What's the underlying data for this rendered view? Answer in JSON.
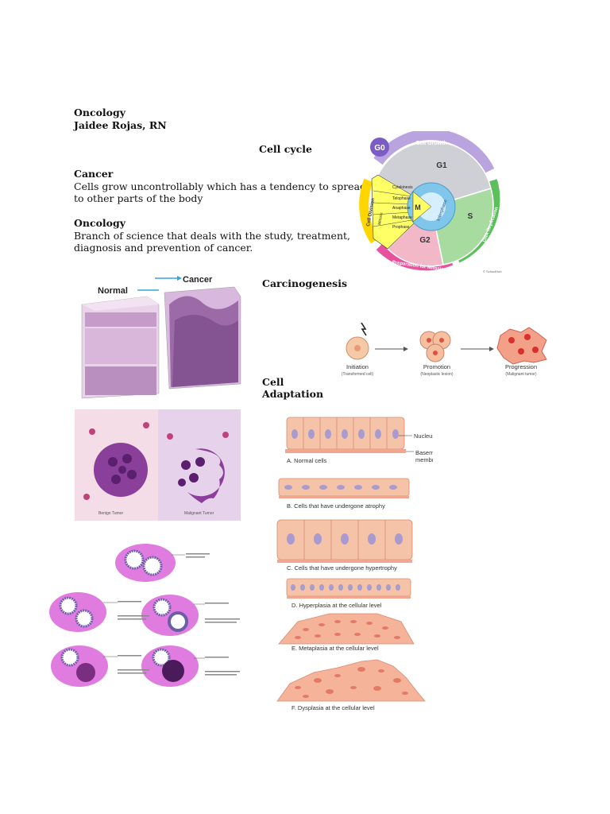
{
  "header": {
    "title": "Oncology",
    "author": "Jaidee Rojas, RN"
  },
  "sections": {
    "cell_cycle_heading": "Cell cycle",
    "cancer": {
      "heading": "Cancer",
      "line1": "Cells grow uncontrollably which has a tendency to spread",
      "line2": "to other parts of the body"
    },
    "oncology": {
      "heading": "Oncology",
      "line1": "Branch of science that deals with the study, treatment,",
      "line2": "diagnosis and prevention of cancer."
    },
    "carcinogenesis_heading": "Carcinogenesis",
    "cell_adaptation_heading_line1": "Cell",
    "cell_adaptation_heading_line2": "Adaptation"
  },
  "cell_cycle_diagram": {
    "g0": "G0",
    "cell_growth": "Cell Growth",
    "g1": "G1",
    "s": "S",
    "g2": "G2",
    "m": "M",
    "interphase": "Interphase",
    "cell_division": "Cell Division",
    "mitosis": "Mitosis",
    "cytokinesis": "Cytokinesis",
    "telophase": "Telophase",
    "anaphase": "Anaphase",
    "metaphase": "Metaphase",
    "prophase": "Prophase",
    "dna_replication": "DNA Replication",
    "prep_mitosis": "Preparation for Mitosis"
  },
  "normal_vs_cancer": {
    "normal": "Normal",
    "cancer": "Cancer"
  },
  "tumor_panel": {
    "benign": "Benign Tumor",
    "malignant": "Malignant Tumor"
  },
  "carcinogenesis_stages": [
    {
      "label": "Initiation",
      "sub": "(Transformed cell)"
    },
    {
      "label": "Promotion",
      "sub": "(Neoplastic lesion)"
    },
    {
      "label": "Progression",
      "sub": "(Malignant tumor)"
    }
  ],
  "adaptation_labels": {
    "nucleus": "Nucleus",
    "basement_line1": "Basement",
    "basement_line2": "membrane",
    "a": "A. Normal cells",
    "b": "B. Cells that have undergone atrophy",
    "c": "C. Cells that have undergone hypertrophy",
    "d": "D. Hyperplasia at the cellular level",
    "e": "E. Metaplasia at the cellular level",
    "f": "F. Dysplasia at the cellular level"
  },
  "colors": {
    "g1": "#cfcfd6",
    "s": "#a8dba0",
    "g2": "#f2b8c8",
    "m": "#ffff66",
    "g0_arrow": "#9a7fcf",
    "prep_arrow": "#e0408f",
    "dna_arrow": "#4caf50"
  }
}
